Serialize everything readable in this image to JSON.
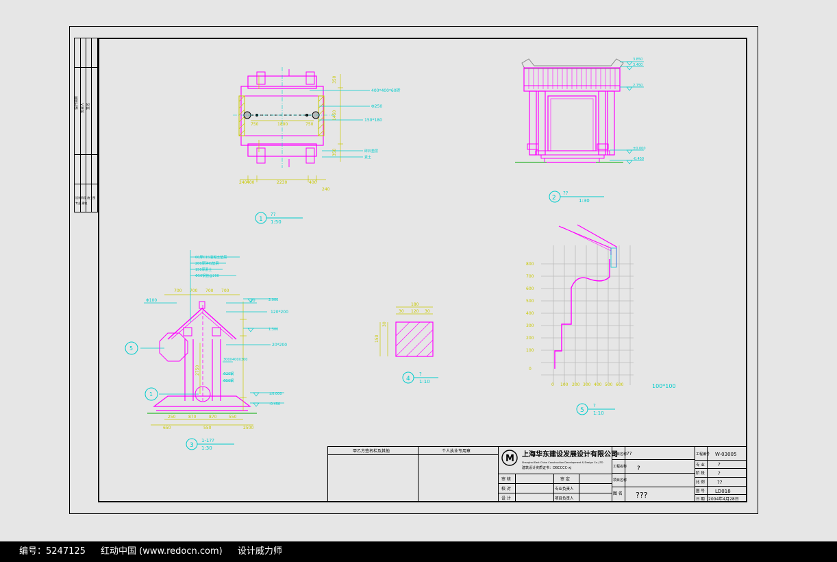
{
  "left_strip": {
    "col_a": "设计项目",
    "col_b": "负责人",
    "col_c": "签名",
    "row_a": "设计阶段 施工图",
    "row_b": "专业 建筑"
  },
  "views": {
    "plan": {
      "num": "1",
      "name": "??",
      "scale": "1:50",
      "dims": [
        "240",
        "400",
        "2230",
        "400",
        "240",
        "750",
        "1800",
        "750",
        "350",
        "1450",
        "350"
      ],
      "notes": [
        "400*400*60砖",
        "Φ250",
        "150*180",
        "碎石垫层",
        "素土"
      ]
    },
    "elevation": {
      "num": "2",
      "name": "??",
      "scale": "1:30",
      "levels": [
        "3.850",
        "3.400",
        "2.750",
        "±0.000",
        "-0.450"
      ]
    },
    "section": {
      "num": "3",
      "name": "1-1??",
      "scale": "1:30",
      "dims": [
        "700",
        "700",
        "700",
        "700",
        "250",
        "870",
        "870",
        "550",
        "650",
        "550",
        "2500",
        "2750"
      ],
      "notes": [
        "60厚C15混凝土垫层",
        "200厚碎石垫层",
        "150厚素土",
        "Φ50钢管@200"
      ],
      "labels": [
        "Φ100",
        "20",
        "120*200",
        "20*200",
        "300X400X300",
        "Φ20钢",
        "Φ50钢",
        "2.000",
        "1.300",
        "±0.000",
        "-0.450"
      ],
      "callouts": [
        "5",
        "1"
      ]
    },
    "detail4": {
      "num": "4",
      "name": "?",
      "scale": "1:10",
      "dims": [
        "180",
        "30",
        "120",
        "30",
        "150",
        "30"
      ]
    },
    "detail5": {
      "num": "5",
      "name": "?",
      "scale": "1:10",
      "grid": "100*100",
      "x_ticks": [
        "0",
        "100",
        "200",
        "300",
        "400",
        "500",
        "600"
      ],
      "y_ticks": [
        "800",
        "700",
        "600",
        "500",
        "400",
        "300",
        "200",
        "100",
        "0"
      ]
    }
  },
  "title_block": {
    "left_header_1": "甲乙方签名栏及其他",
    "left_header_2": "个人执业专用章",
    "company_cn": "上海华东建设发展设计有限公司",
    "company_en": "Shanghai East China Construction Development & Design Co.,LTD",
    "cert": "建筑设计资质证书：DBCCCC-xj",
    "logo": "M",
    "rows_left": [
      "审 核",
      "校 对",
      "设 计"
    ],
    "rows_mid": [
      "审 定",
      "专业负责人",
      "项目负责人"
    ],
    "f_project_label": "项目名称",
    "f_project": "??",
    "f_sub_label": "工程名称",
    "f_sub": "?",
    "f_item_label": "项目名称",
    "f_drawing_label": "图 名",
    "f_drawing": "???",
    "r_no_label": "工程编号",
    "r_no": "W-03005",
    "r_spec_label": "专 业",
    "r_spec": "?",
    "r_stage_label": "阶 段",
    "r_stage": "?",
    "r_scale_label": "比 例",
    "r_scale": "??",
    "r_sheet_label": "图 号",
    "r_sheet": "LD018",
    "r_date_label": "日 期",
    "r_date": "2004年4月28日"
  },
  "footer": {
    "id": "编号：5247125",
    "site": "红动中国 (www.redocn.com)",
    "author": "设计威力师"
  }
}
